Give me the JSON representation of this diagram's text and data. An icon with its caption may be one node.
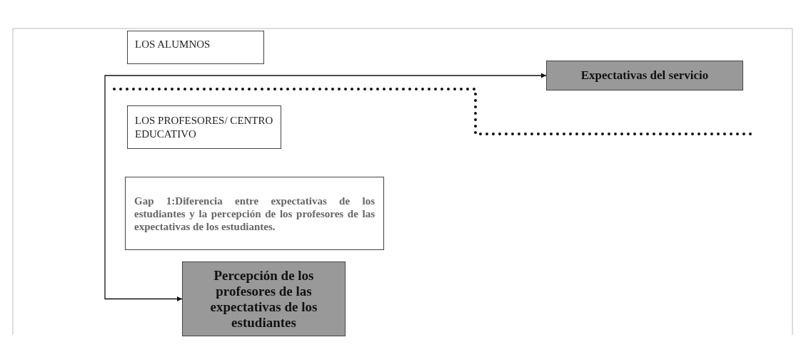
{
  "diagram": {
    "nodes": [
      {
        "text": [
          "LOS ALUMNOS"
        ]
      },
      {
        "text": [
          "Expectativas del servicio"
        ]
      },
      {
        "text": [
          "LOS PROFESORES/ CENTRO EDUCATIVO"
        ]
      },
      {
        "text": [
          "Gap 1:**Diferencia entre expectativas de los estudiantes y la percepción de los profesores de las expectativas de los estudiantes.**"
        ]
      },
      {
        "text": [
          "Percepción de los profesores de las expectativas de los estudiantes"
        ]
      }
    ],
    "edges": [
      {
        "from": 4,
        "to": 1,
        "arrow": "both"
      }
    ]
  }
}
